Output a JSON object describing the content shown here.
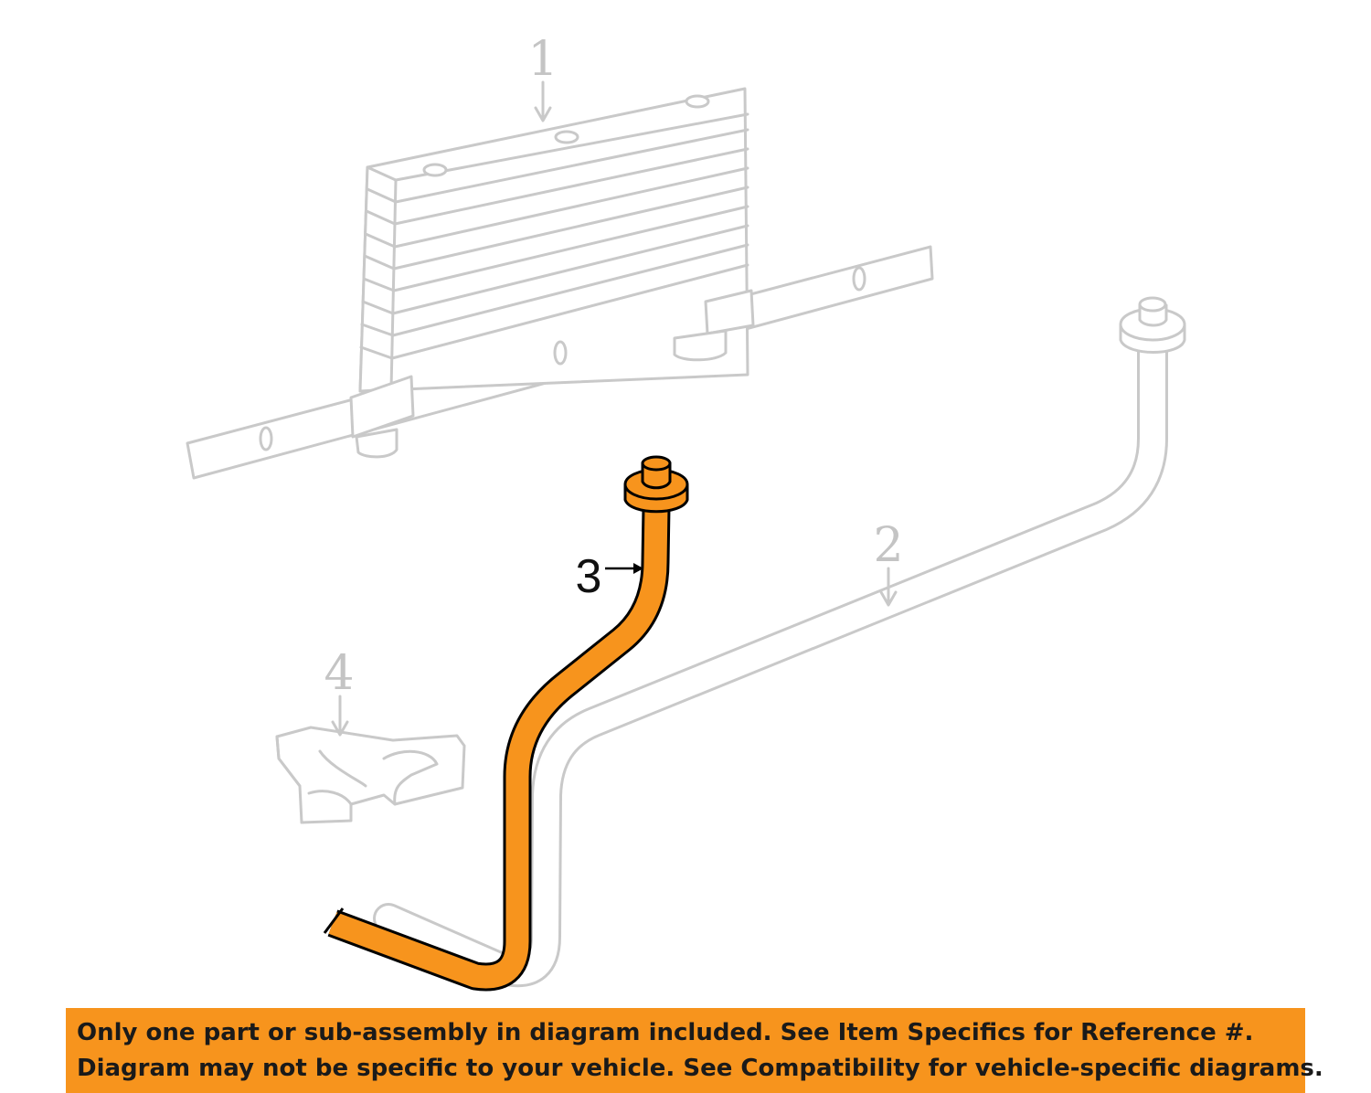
{
  "callouts": {
    "part1": "1",
    "part2": "2",
    "part3": "3",
    "part4": "4"
  },
  "colors": {
    "highlight": "#f7941d",
    "ghost": "#c9c9c9",
    "outline": "#000000"
  },
  "banner": {
    "line1": "Only one part or sub-assembly in diagram included. See Item Specifics for Reference #.",
    "line2": "Diagram may not be specific to your vehicle. See Compatibility for vehicle-specific diagrams."
  }
}
